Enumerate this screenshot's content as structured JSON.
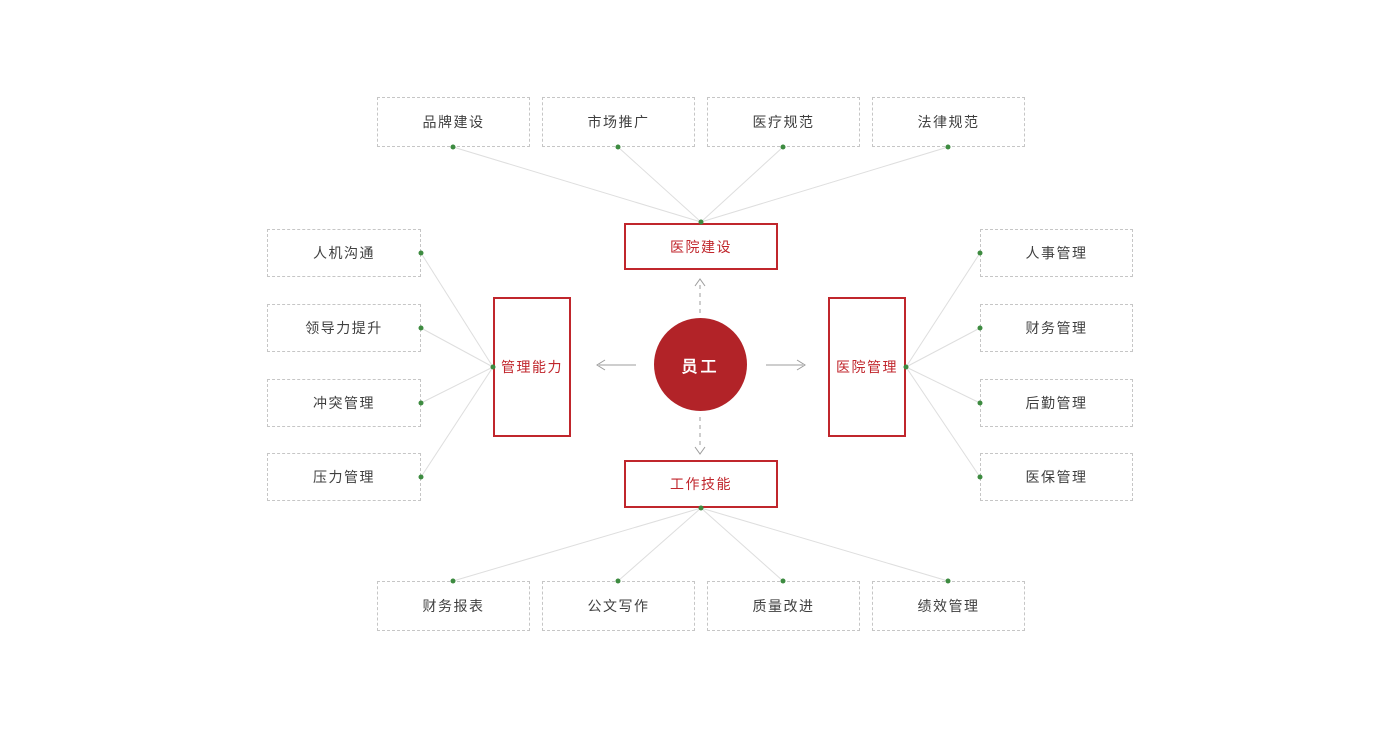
{
  "diagram": {
    "center": {
      "label": "员工"
    },
    "branches": [
      {
        "label": "医院建设",
        "children": [
          "品牌建设",
          "市场推广",
          "医疗规范",
          "法律规范"
        ]
      },
      {
        "label": "管理能力",
        "children": [
          "人机沟通",
          "领导力提升",
          "冲突管理",
          "压力管理"
        ]
      },
      {
        "label": "医院管理",
        "children": [
          "人事管理",
          "财务管理",
          "后勤管理",
          "医保管理"
        ]
      },
      {
        "label": "工作技能",
        "children": [
          "财务报表",
          "公文写作",
          "质量改进",
          "绩效管理"
        ]
      }
    ],
    "colors": {
      "accent_red": "#c0262c",
      "circle_red": "#b22328",
      "green_dot": "#3d8b40",
      "line_gray": "#dedede",
      "arrow_gray": "#9c9c9c",
      "border_gray": "#c6c6c6",
      "text_dark": "#3f3f3f"
    }
  }
}
